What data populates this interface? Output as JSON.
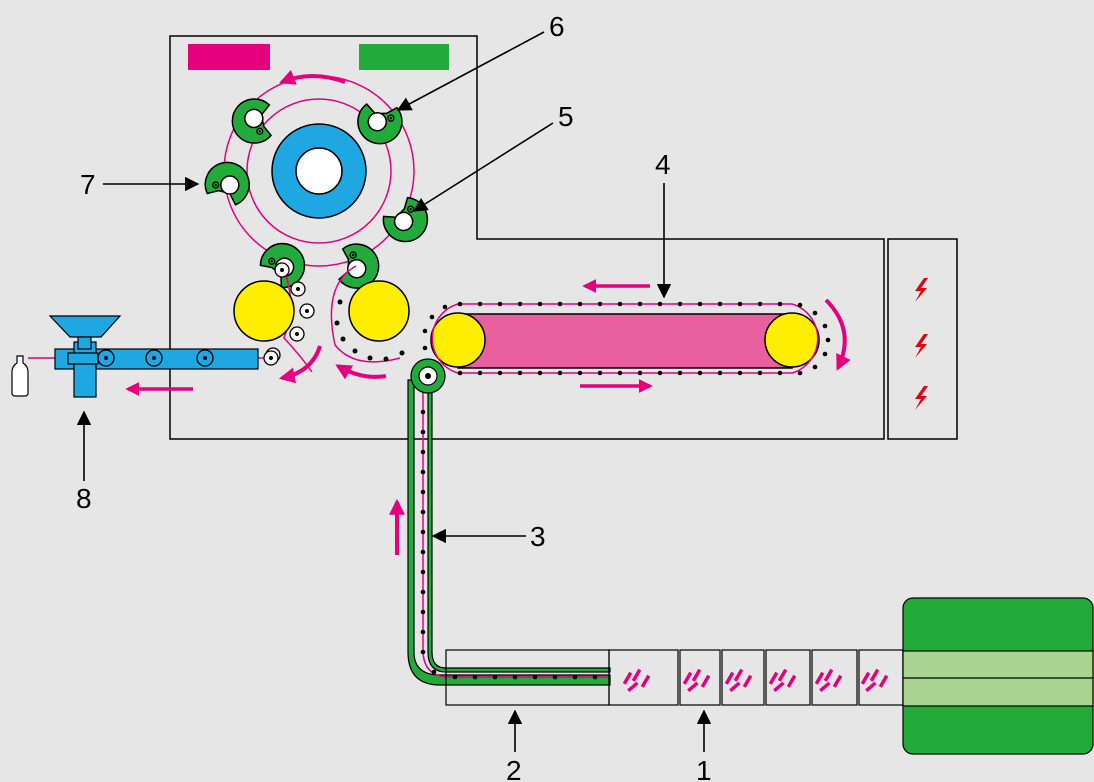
{
  "labels": {
    "l1": "1",
    "l2": "2",
    "l3": "3",
    "l4": "4",
    "l5": "5",
    "l6": "6",
    "l7": "7",
    "l8": "8"
  },
  "colors": {
    "background": "#e6e6e6",
    "accent_magenta": "#e6007e",
    "status_green": "#22aa3a",
    "rotor_blue": "#1ea7e0",
    "roller_yellow": "#ffee00",
    "heater_pink": "#e8609e",
    "green_light": "#a9d591",
    "lightning_red": "#e3000f"
  },
  "icons": [
    "lightning-icon",
    "bottle-icon",
    "hopper-icon",
    "direction-arrow-icon"
  ]
}
